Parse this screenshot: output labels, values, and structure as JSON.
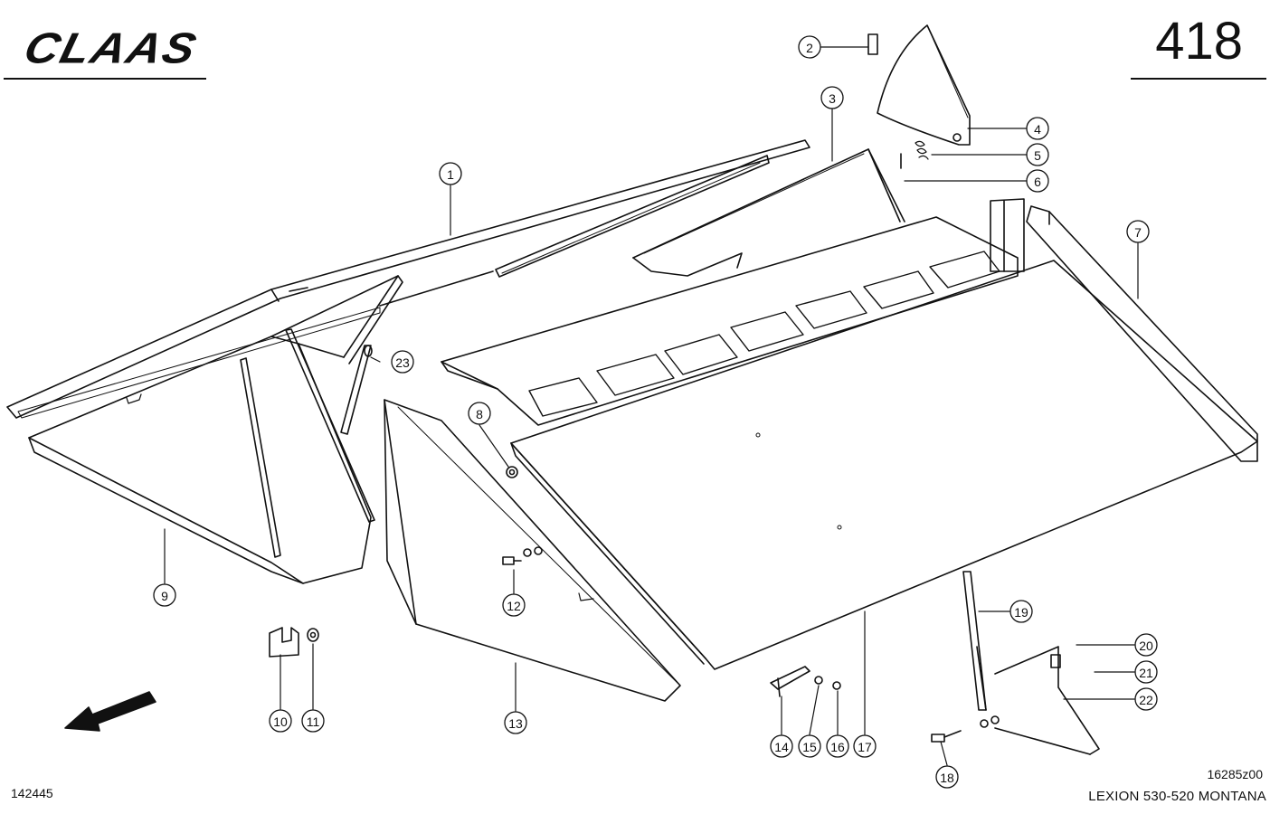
{
  "header": {
    "brand": "CLAAS",
    "page_number": "418"
  },
  "footer": {
    "document_id": "142445",
    "drawing_number": "16285z00",
    "model": "LEXION 530-520 MONTANA"
  },
  "callouts": [
    {
      "id": "c1",
      "label": "1"
    },
    {
      "id": "c2",
      "label": "2"
    },
    {
      "id": "c3",
      "label": "3"
    },
    {
      "id": "c4",
      "label": "4"
    },
    {
      "id": "c5",
      "label": "5"
    },
    {
      "id": "c6",
      "label": "6"
    },
    {
      "id": "c7",
      "label": "7"
    },
    {
      "id": "c8",
      "label": "8"
    },
    {
      "id": "c9",
      "label": "9"
    },
    {
      "id": "c10",
      "label": "10"
    },
    {
      "id": "c11",
      "label": "11"
    },
    {
      "id": "c12",
      "label": "12"
    },
    {
      "id": "c13",
      "label": "13"
    },
    {
      "id": "c14",
      "label": "14"
    },
    {
      "id": "c15",
      "label": "15"
    },
    {
      "id": "c16",
      "label": "16"
    },
    {
      "id": "c17",
      "label": "17"
    },
    {
      "id": "c18",
      "label": "18"
    },
    {
      "id": "c19",
      "label": "19"
    },
    {
      "id": "c20",
      "label": "20"
    },
    {
      "id": "c21",
      "label": "21"
    },
    {
      "id": "c22",
      "label": "22"
    },
    {
      "id": "c23",
      "label": "23"
    }
  ],
  "colors": {
    "ink": "#111111",
    "paper": "#ffffff"
  }
}
